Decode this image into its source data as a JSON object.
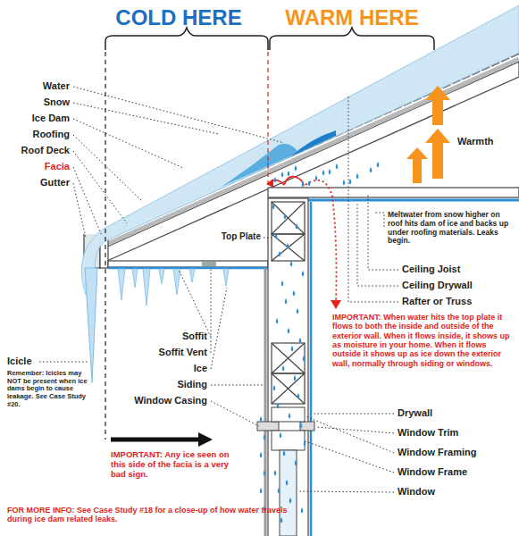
{
  "diagram": {
    "labels": [
      "COLD HERE",
      "WARM HERE",
      "Water",
      "Snow",
      "Ice Dam",
      "Roofing",
      "Roof Deck",
      "Facia",
      "Gutter",
      "Warmth",
      "Meltwater from snow higher on roof hits dam of ice and backs up under roofing materials. Leaks begin.",
      "Top Plate",
      "Ceiling Joist",
      "Ceiling Drywall",
      "Rafter or Truss",
      "IMPORTANT: When water hits the top plate it flows to both the inside and outside of the exterior wall. When it flows inside, it shows up as moisture in your home. When it flows outside it shows up as ice down the exterior wall, normally through siding or windows.",
      "Icicle",
      "Remember: Icicles may NOT be present when ice dams begin to cause leakage. See Case Study #20.",
      "Soffit",
      "Soffit Vent",
      "Ice",
      "Siding",
      "Window Casing",
      "IMPORTANT: Any ice seen on this side of the facia is a very bad sign.",
      "Drywall",
      "Window Trim",
      "Window Framing",
      "Window Frame",
      "Window",
      "FOR MORE INFO: See Case Study #18 for a close-up of how water travels during ice dam related leaks."
    ]
  }
}
